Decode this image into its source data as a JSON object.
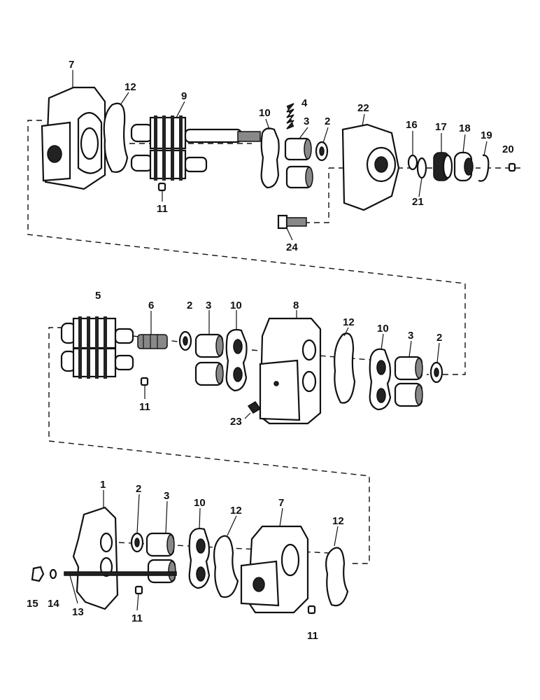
{
  "diagram": {
    "type": "exploded-parts-view",
    "labels": {
      "l7a": "7",
      "l12a": "12",
      "l9": "9",
      "l4": "4",
      "l10a": "10",
      "l3a": "3",
      "l2a": "2",
      "l22": "22",
      "l16": "16",
      "l17": "17",
      "l18": "18",
      "l19": "19",
      "l20": "20",
      "l21": "21",
      "l11a": "11",
      "l24": "24",
      "l5": "5",
      "l6": "6",
      "l2b": "2",
      "l3b": "3",
      "l10b": "10",
      "l8": "8",
      "l12b": "12",
      "l10c": "10",
      "l3c": "3",
      "l2c": "2",
      "l11b": "11",
      "l23": "23",
      "l1": "1",
      "l2d": "2",
      "l3d": "3",
      "l10d": "10",
      "l12c": "12",
      "l7b": "7",
      "l12d": "12",
      "l15": "15",
      "l14": "14",
      "l13": "13",
      "l11c": "11",
      "l11d": "11"
    }
  }
}
